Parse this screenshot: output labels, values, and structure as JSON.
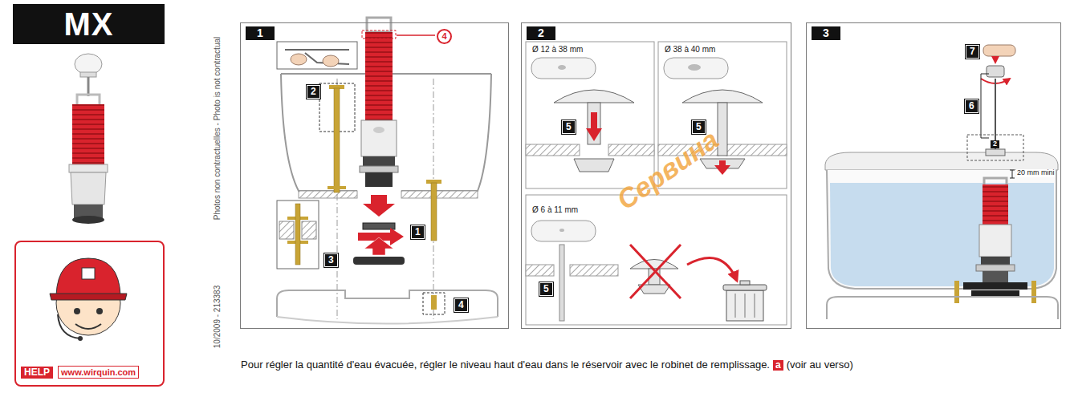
{
  "diagram": {
    "nodes": [
      {
        "text": [
          "MX"
        ]
      },
      {
        "text": [
          "HELP",
          "www.wirquin.com"
        ]
      },
      {
        "text": [
          "1"
        ]
      },
      {
        "text": [
          "2"
        ]
      },
      {
        "text": [
          "3"
        ]
      }
    ],
    "labels": [
      "Photos non contractuelles - Photo is not contractual",
      "10/2009 - 213383",
      "4",
      "2",
      "1",
      "3",
      "4",
      "Ø 12 à 38 mm",
      "Ø 38 à 40 mm",
      "5",
      "5",
      "Ø 6 à 11 mm",
      "5",
      "7",
      "6",
      "2",
      "20 mm mini",
      "Pour régler la quantité d'eau évacuée, régler le niveau haut d'eau dans le réservoir avec le robinet de remplissage.",
      "a",
      "(voir au verso)",
      "Сервина"
    ]
  }
}
